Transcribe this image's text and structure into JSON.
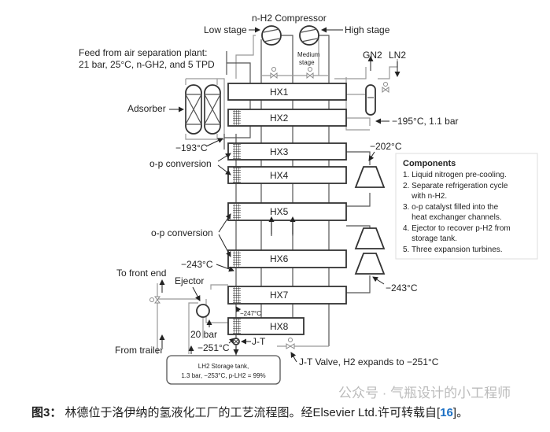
{
  "diagram": {
    "compressor_title": "n-H2 Compressor",
    "low_stage": "Low stage",
    "high_stage": "High stage",
    "medium_stage_1": "Medium",
    "medium_stage_2": "stage",
    "feed_line1": "Feed from air separation plant:",
    "feed_line2": "21 bar, 25°C, n-GH2, and 5 TPD",
    "gn2": "GN2",
    "ln2": "LN2",
    "adsorber": "Adsorber",
    "t_195": "−195°C, 1.1 bar",
    "t_193": "−193°C",
    "t_202": "−202°C",
    "op_conversion_1": "o-p conversion",
    "op_conversion_2": "o-p conversion",
    "t_243_left": "−243°C",
    "t_243_right": "−243°C",
    "to_front_end": "To front end",
    "ejector": "Ejector",
    "t_247": "−247°C",
    "bar_20": "20 bar",
    "t_251": "−251°C",
    "jt": "J-T",
    "from_trailer": "From trailer",
    "jt_valve": "J-T Valve, H2 expands to −251°C",
    "tank_line1": "LH2 Storage tank,",
    "tank_line2": "1.3 bar, −253°C, p-LH2 = 99%",
    "heat_exchangers": [
      "HX1",
      "HX2",
      "HX3",
      "HX4",
      "HX5",
      "HX6",
      "HX7",
      "HX8"
    ],
    "components": {
      "title": "Components",
      "items": [
        "1. Liquid nitrogen pre-cooling.",
        "2. Separate refrigeration cycle",
        "    with n-H2.",
        "3. o-p catalyst filled into the",
        "    heat exchanger channels.",
        "4. Ejector to recover p-H2 from",
        "    storage tank.",
        "5. Three expansion turbines."
      ]
    }
  },
  "caption": {
    "label": "图3：",
    "text": " 林德位于洛伊纳的氢液化工厂的工艺流程图。经Elsevier Ltd.许可转载自[",
    "ref": "16",
    "end": "]。"
  },
  "watermark": "公众号 · 气瓶设计的小工程师"
}
